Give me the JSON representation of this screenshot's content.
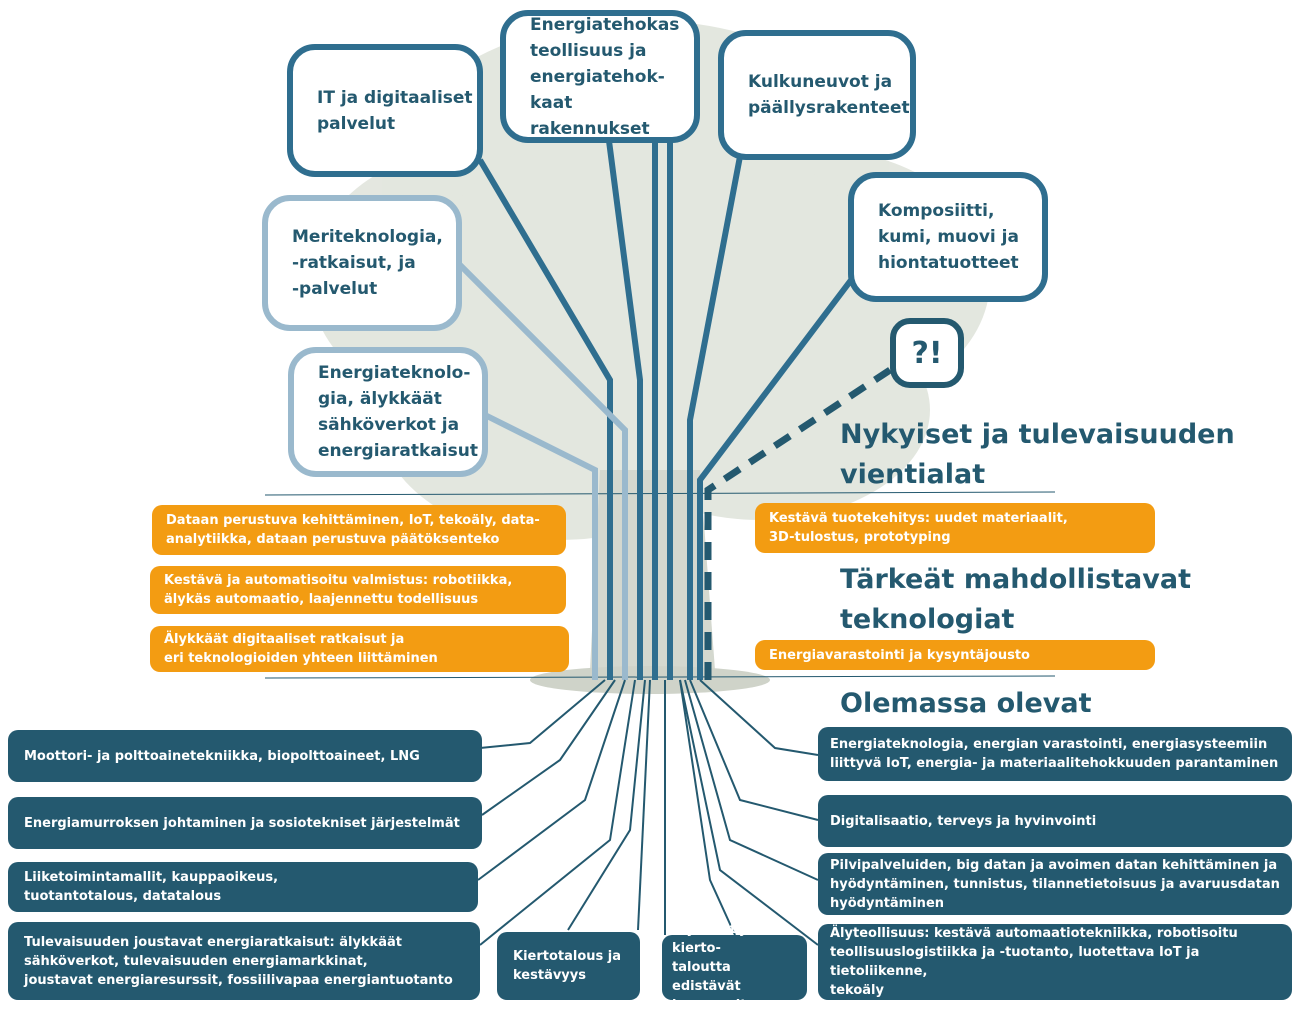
{
  "headings": {
    "export": "Nykyiset ja tulevaisuuden\nvientialat",
    "enabling": "Tärkeät mahdollistavat\nteknologiat",
    "research": "Olemassa olevat tutkimusalueet"
  },
  "question_mark": "?!",
  "export_sectors": [
    "IT ja digitaaliset\npalvelut",
    "Energiatehokas\nteollisuus ja\nenergiatehok-\nkaat rakennukset",
    "Kulkuneuvot ja\npäällysrakenteet",
    "Meriteknologia,\n-ratkaisut, ja\n-palvelut",
    "Komposiitti,\nkumi, muovi ja\nhiontatuotteet",
    "Energiateknolo-\ngia, älykkäät\nsähköverkot ja\nenergiaratkaisut"
  ],
  "enabling_technologies": [
    "Dataan perustuva kehittäminen, IoT, tekoäly, data-\nanalytiikka, dataan perustuva päätöksenteko",
    "Kestävä ja automatisoitu valmistus: robotiikka,\nälykäs automaatio, laajennettu todellisuus",
    "Älykkäät digitaaliset ratkaisut ja\neri teknologioiden yhteen liittäminen",
    "Kestävä tuotekehitys: uudet materiaalit,\n3D-tulostus, prototyping",
    "Energiavarastointi ja kysyntäjousto"
  ],
  "research_areas": [
    "Moottori- ja polttoainetekniikka, biopolttoaineet, LNG",
    "Energiamurroksen johtaminen ja sosiotekniset järjestelmät",
    "Liiketoimintamallit, kauppaoikeus,\ntuotantotalous, datatalous",
    "Tulevaisuuden joustavat energiaratkaisut: älykkäät\nsähköverkot, tulevaisuuden energiamarkkinat,\njoustavat energiaresurssit, fossiilivapaa energiantuotanto",
    "Kiertotalous ja\nkestävyys",
    "Älykkäät ja kierto-\ntaloutta edistävät\n kaupungit",
    "Energiateknologia, energian varastointi, energiasysteemiin\nliittyvä IoT, energia- ja materiaalitehokkuuden parantaminen",
    "Digitalisaatio, terveys ja hyvinvointi",
    "Pilvipalveluiden, big datan ja avoimen datan kehittäminen ja\nhyödyntäminen, tunnistus, tilannetietoisuus ja avaruusdatan\nhyödyntäminen",
    "Älyteollisuus: kestävä automaatiotekniikka, robotisoitu\nteollisuuslogistiikka ja -tuotanto, luotettava IoT ja tietoliikenne,\ntekoäly"
  ],
  "colors": {
    "dark_blue": "#24596f",
    "mid_blue": "#2f6e8f",
    "light_blue": "#9ab9cd",
    "orange": "#f39c12",
    "tree": "#dfe3da"
  }
}
